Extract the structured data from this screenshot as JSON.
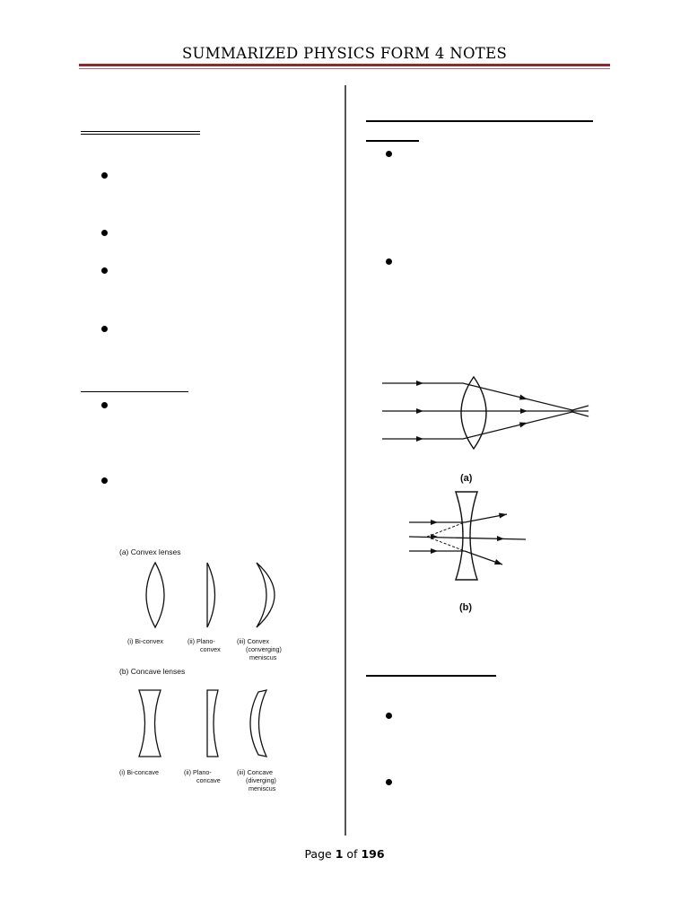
{
  "header": {
    "title": "SUMMARIZED PHYSICS FORM 4 NOTES"
  },
  "figure_lens_types": {
    "convex_heading": "(a) Convex lenses",
    "convex_labels": [
      [
        "(i) Bi-convex"
      ],
      [
        "(ii) Plano-",
        "convex"
      ],
      [
        "(iii) Convex",
        "(converging)",
        "meniscus"
      ]
    ],
    "concave_heading": "(b) Concave lenses",
    "concave_labels": [
      [
        "(i) Bi-concave"
      ],
      [
        "(ii) Plano-",
        "concave"
      ],
      [
        "(iii) Concave",
        "(diverging)",
        "meniscus"
      ]
    ]
  },
  "figure_ray_diagrams": {
    "label_a": "(a)",
    "label_b": "(b)"
  },
  "footer": {
    "prefix": "Page",
    "current": "1",
    "middle": "of",
    "total": "196"
  }
}
